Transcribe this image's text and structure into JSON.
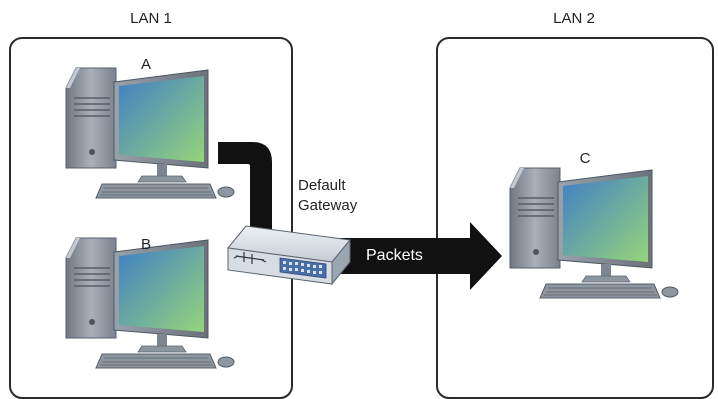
{
  "networks": [
    {
      "label": "LAN 1"
    },
    {
      "label": "LAN 2"
    }
  ],
  "computers": [
    {
      "label": "A",
      "network": "LAN 1"
    },
    {
      "label": "B",
      "network": "LAN 1"
    },
    {
      "label": "C",
      "network": "LAN 2"
    }
  ],
  "gateway": {
    "line1": "Default",
    "line2": "Gateway"
  },
  "arrow": {
    "label": "Packets"
  },
  "colors": {
    "box_stroke": "#2b2b2b",
    "connector": "#111111",
    "screen_start": "#4a86c8",
    "screen_end": "#8ed27a",
    "tower": "#8b939e",
    "switch_body": "#cfd6dd",
    "switch_ports": "#4a6fa8"
  },
  "icons": {
    "computer": "desktop-computer-icon",
    "gateway": "network-switch-icon"
  }
}
